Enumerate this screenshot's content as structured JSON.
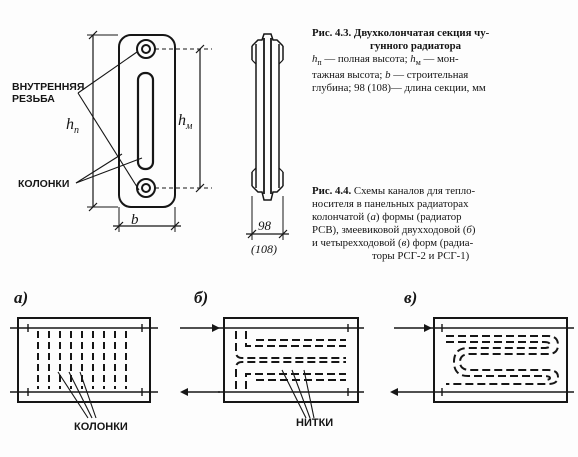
{
  "page": {
    "background": "#fdfdfd",
    "ink": "#161616"
  },
  "fig43": {
    "number": "Рис. 4.3.",
    "title_line1": "Двухколончатая секция чу-",
    "title_line2": "гунного радиатора",
    "body_line1": " — полная высота;",
    "hm_symbol": "h",
    "hm_sub": "м",
    "body_line1b": " — мон-",
    "body_line2": "тажная высота;",
    "b_symbol": "b",
    "body_line2b": " — строительная",
    "body_line3": "глубина; 98 (108)— длина секции, мм",
    "hp_symbol": "h",
    "hp_sub": "п",
    "labels": {
      "thread_line1": "ВНУТРЕННЯЯ",
      "thread_line2": "РЕЗЬБА",
      "columns": "КОЛОНКИ",
      "dim_hp": "h",
      "dim_hp_sub": "п",
      "dim_hm": "h",
      "dim_hm_sub": "м",
      "dim_b": "b",
      "dim_98": "98",
      "dim_108": "(108)"
    }
  },
  "fig44": {
    "number": "Рис. 4.4.",
    "line1": "Схемы каналов для тепло-",
    "line2": "носителя в панельных радиаторах",
    "line3a": "колончатой (",
    "a": "а",
    "line3b": ") формы (радиатор",
    "line4a": "РСВ), змеевиковой двухходовой (",
    "b": "б",
    "line4b": ")",
    "line5a": "и четырехходовой (",
    "v": "в",
    "line5b": ") форм (радиа-",
    "line6": "торы РСГ-2 и РСГ-1)",
    "labels": {
      "a": "а)",
      "b": "б)",
      "v": "в)",
      "columns": "КОЛОНКИ",
      "threads": "НИТКИ"
    }
  }
}
